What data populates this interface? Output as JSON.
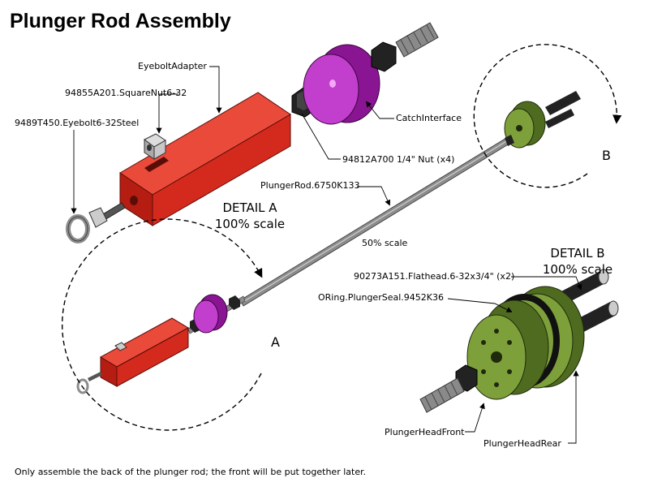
{
  "title": "Plunger Rod Assembly",
  "labels": {
    "eyebolt_adapter": "EyeboltAdapter",
    "square_nut": "94855A201.SquareNut6-32",
    "eyebolt": "9489T450.Eyebolt6-32Steel",
    "catch_interface": "CatchInterface",
    "nut": "94812A700 1/4\" Nut (x4)",
    "plunger_rod": "PlungerRod.6750K133",
    "scale_50": "50% scale",
    "flathead": "90273A151.Flathead.6-32x3/4\" (x2)",
    "oring": "ORing.PlungerSeal.9452K36",
    "plunger_head_front": "PlungerHeadFront",
    "plunger_head_rear": "PlungerHeadRear"
  },
  "detail_a": {
    "line1": "DETAIL  A",
    "line2": "100% scale",
    "callout": "A"
  },
  "detail_b": {
    "line1": "DETAIL  B",
    "line2": "100% scale",
    "callout": "B"
  },
  "footnote": "Only assemble the back of the plunger rod; the front will be put together later.",
  "colors": {
    "red_part": "#d42a1e",
    "purple_part": "#b51fc0",
    "olive_part": "#6c8f2f",
    "black_part": "#1a1a1a",
    "steel": "#9a9a9a"
  }
}
